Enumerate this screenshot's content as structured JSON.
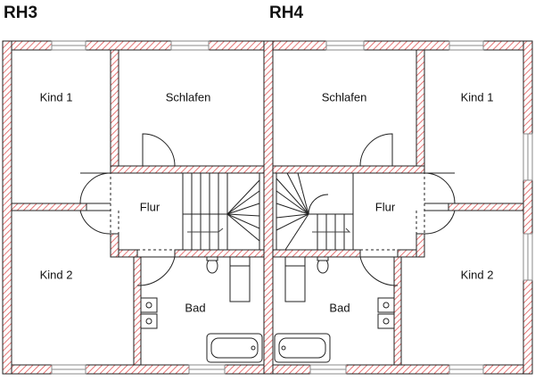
{
  "units": [
    {
      "label": "RH3",
      "rooms": {
        "kind1": "Kind 1",
        "schlafen": "Schlafen",
        "flur": "Flur",
        "kind2": "Kind 2",
        "bad": "Bad"
      }
    },
    {
      "label": "RH4",
      "rooms": {
        "kind1": "Kind 1",
        "schlafen": "Schlafen",
        "flur": "Flur",
        "kind2": "Kind 2",
        "bad": "Bad"
      }
    }
  ],
  "colors": {
    "wall": "#e05555",
    "hatch": "#e05555",
    "line": "#222222",
    "window": "#888888"
  }
}
